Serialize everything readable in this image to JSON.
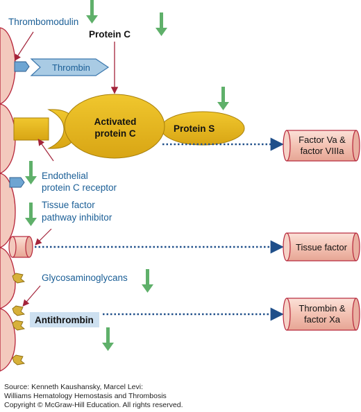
{
  "labels": {
    "thrombomodulin": "Thrombomodulin",
    "protein_c": "Protein C",
    "thrombin": "Thrombin",
    "activated_protein_c_line1": "Activated",
    "activated_protein_c_line2": "protein C",
    "protein_s": "Protein S",
    "endothelial_receptor_line1": "Endothelial",
    "endothelial_receptor_line2": "protein C receptor",
    "tfpi_line1": "Tissue factor",
    "tfpi_line2": "pathway inhibitor",
    "glycosaminoglycans": "Glycosaminoglycans",
    "antithrombin": "Antithrombin"
  },
  "targets": {
    "factor_va_line1": "Factor Va &",
    "factor_va_line2": "factor VIIIa",
    "tissue_factor": "Tissue factor",
    "thrombin_xa_line1": "Thrombin &",
    "thrombin_xa_line2": "factor Xa"
  },
  "source": {
    "line1": "Source: Kenneth Kaushansky, Marcel Levi:",
    "line2": "Williams Hematology Hemostasis and Thrombosis",
    "line3": "Copyright © McGraw-Hill Education. All rights reserved."
  },
  "colors": {
    "cell_fill": "#f3c9bd",
    "cell_stroke": "#b6253a",
    "label_blue": "#1a5e96",
    "protein_gold": "#e2b41c",
    "thrombin_blue": "#a9cbe4",
    "arrow_green": "#5fb06a",
    "inhibit_dots": "#1f4f8a",
    "arrow_red": "#a3243a"
  }
}
